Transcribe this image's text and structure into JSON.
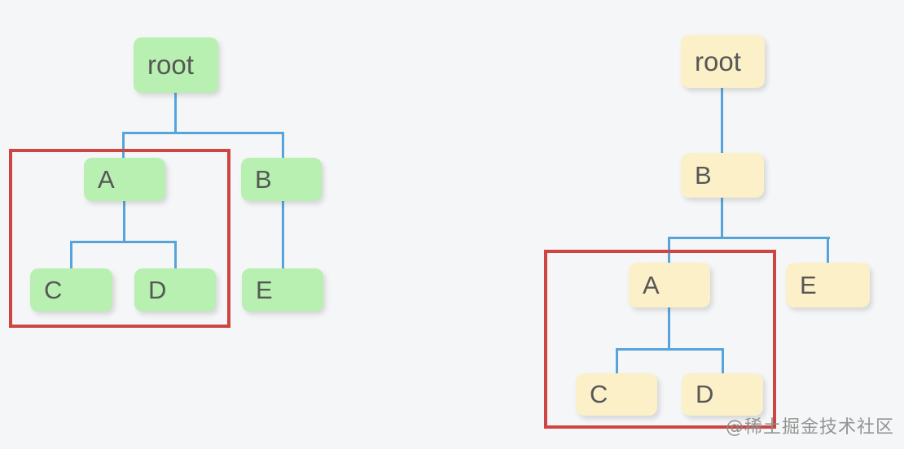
{
  "palette": {
    "background": "#f5f6f7",
    "node-green": "#b7f0b0",
    "node-yellow": "#fbf0c7",
    "edge-blue": "#56a4dc",
    "highlight-red": "#ce4643",
    "node-text": "#575757",
    "watermark-gray": "#8a8a8a"
  },
  "left_tree": {
    "node_fill": "#b7f0b0",
    "nodes": {
      "root": "root",
      "a": "A",
      "b": "B",
      "c": "C",
      "d": "D",
      "e": "E"
    },
    "edges": [
      [
        "root",
        "A"
      ],
      [
        "root",
        "B"
      ],
      [
        "A",
        "C"
      ],
      [
        "A",
        "D"
      ],
      [
        "B",
        "E"
      ]
    ],
    "highlight_box": "red box around subtree A (A, C, D)"
  },
  "right_tree": {
    "node_fill": "#fbf0c7",
    "nodes": {
      "root": "root",
      "b": "B",
      "a": "A",
      "e": "E",
      "c": "C",
      "d": "D"
    },
    "edges": [
      [
        "root",
        "B"
      ],
      [
        "B",
        "A"
      ],
      [
        "B",
        "E"
      ],
      [
        "A",
        "C"
      ],
      [
        "A",
        "D"
      ]
    ],
    "highlight_box": "red box around subtree A (A, C, D)"
  },
  "watermark": "@稀土掘金技术社区"
}
